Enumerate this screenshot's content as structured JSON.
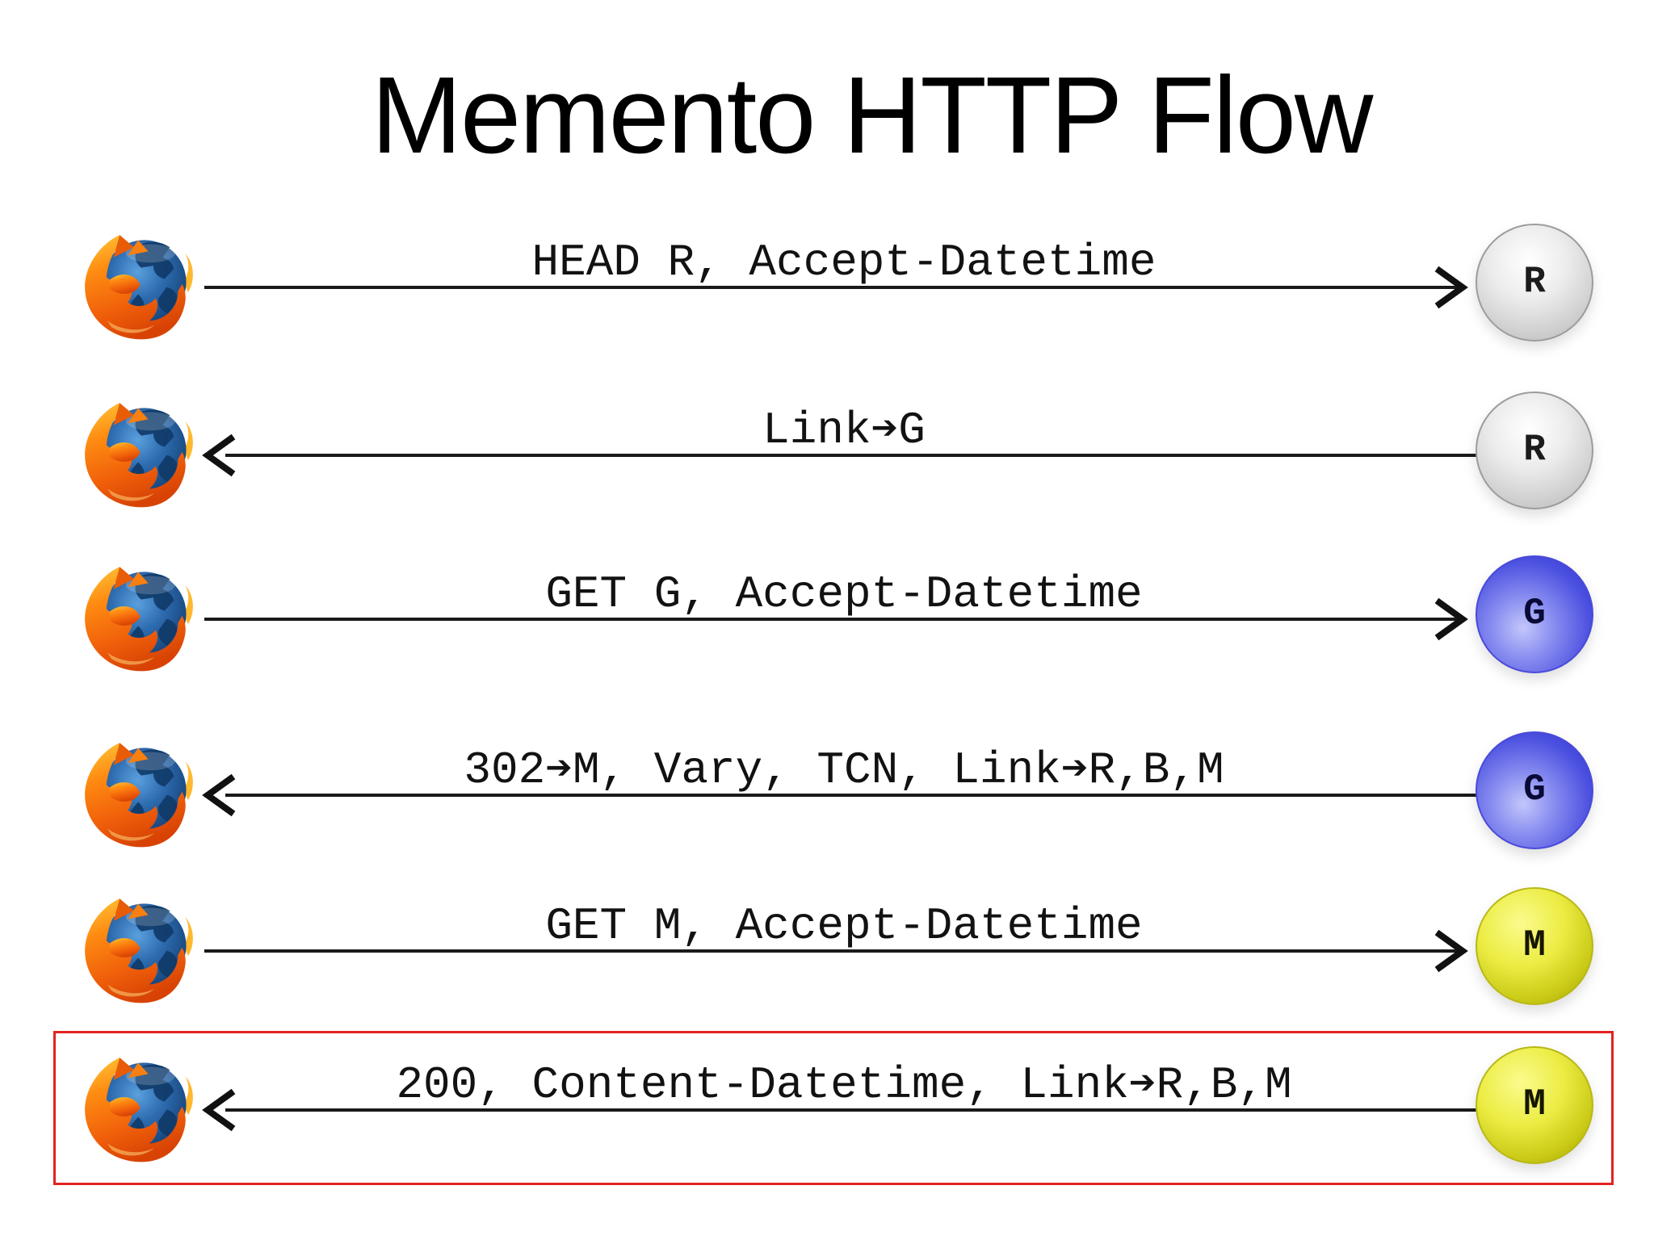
{
  "title": "Memento HTTP Flow",
  "flow": {
    "client": "Firefox web browser",
    "client_icon": "firefox-logo",
    "rows": [
      {
        "label": "HEAD R, Accept-Datetime",
        "direction": "request",
        "server": "R",
        "server_color": "gray",
        "highlighted": false
      },
      {
        "label": "Link➔G",
        "direction": "response",
        "server": "R",
        "server_color": "gray",
        "highlighted": false
      },
      {
        "label": "GET G, Accept-Datetime",
        "direction": "request",
        "server": "G",
        "server_color": "blue",
        "highlighted": false
      },
      {
        "label": "302➔M, Vary, TCN, Link➔R,B,M",
        "direction": "response",
        "server": "G",
        "server_color": "blue",
        "highlighted": false
      },
      {
        "label": "GET M, Accept-Datetime",
        "direction": "request",
        "server": "M",
        "server_color": "yellow",
        "highlighted": false
      },
      {
        "label": "200, Content-Datetime, Link➔R,B,M",
        "direction": "response",
        "server": "M",
        "server_color": "yellow",
        "highlighted": true
      }
    ]
  },
  "colors": {
    "highlight_box": "#e32222",
    "sphere_gray": "#c9c9c9",
    "sphere_blue": "#4b50e0",
    "sphere_yellow": "#d6d622",
    "arrow": "#1a1a1a"
  }
}
